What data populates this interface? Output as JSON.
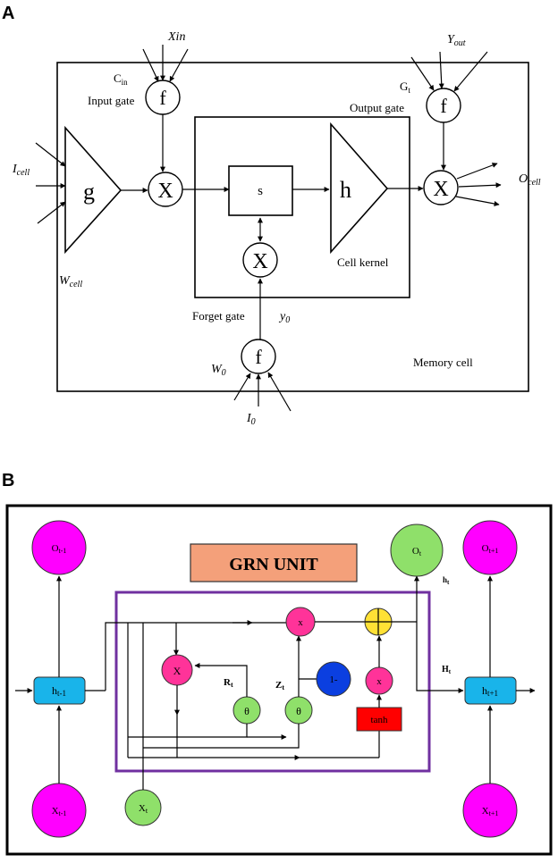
{
  "panel_a": {
    "label": "A",
    "x_in": "Xin",
    "c_in": "C",
    "c_in_sub": "in",
    "input_gate": "Input gate",
    "f": "f",
    "g": "g",
    "x": "X",
    "s": "s",
    "h": "h",
    "i_cell": "I",
    "i_cell_sub": "cell",
    "w_cell": "W",
    "w_cell_sub": "cell",
    "y_out": "Y",
    "y_out_sub": "out",
    "g_t": "G",
    "g_t_sub": "t",
    "output_gate": "Output gate",
    "o_cell": "O",
    "o_cell_sub": "cell",
    "cell_kernel": "Cell kernel",
    "forget_gate": "Forget gate",
    "y_0": "y",
    "y_0_sub": "0",
    "w_0": "W",
    "w_0_sub": "0",
    "i_0": "I",
    "i_0_sub": "0",
    "memory_cell": "Memory cell"
  },
  "panel_b": {
    "label": "B",
    "title": "GRN UNIT",
    "o_prev": "O",
    "o_prev_sub": "t-1",
    "o_t": "O",
    "o_t_sub": "t",
    "o_next": "O",
    "o_next_sub": "t+1",
    "h_prev": "h",
    "h_prev_sub": "t-1",
    "h_next": "h",
    "h_next_sub": "t+1",
    "x_prev": "X",
    "x_prev_sub": "t-1",
    "x_t": "X",
    "x_t_sub": "t",
    "x_next": "X",
    "x_next_sub": "t+1",
    "h_t_small": "h",
    "h_t_small_sub": "t",
    "h_t_big": "H",
    "h_t_big_sub": "t",
    "r_t": "R",
    "r_t_sub": "t",
    "z_t": "Z",
    "z_t_sub": "t",
    "x_node": "X",
    "x_small": "x",
    "theta": "θ",
    "one_minus": "1-",
    "tanh": "tanh"
  },
  "colors": {
    "magenta": "#ff00ff",
    "green": "#8fe06a",
    "pink": "#ff3399",
    "cyan": "#19b4ea",
    "blue": "#0b3fe0",
    "yellow": "#ffe135",
    "red": "#ff0000",
    "purple": "#7030a0",
    "salmon": "#f4a07a"
  }
}
